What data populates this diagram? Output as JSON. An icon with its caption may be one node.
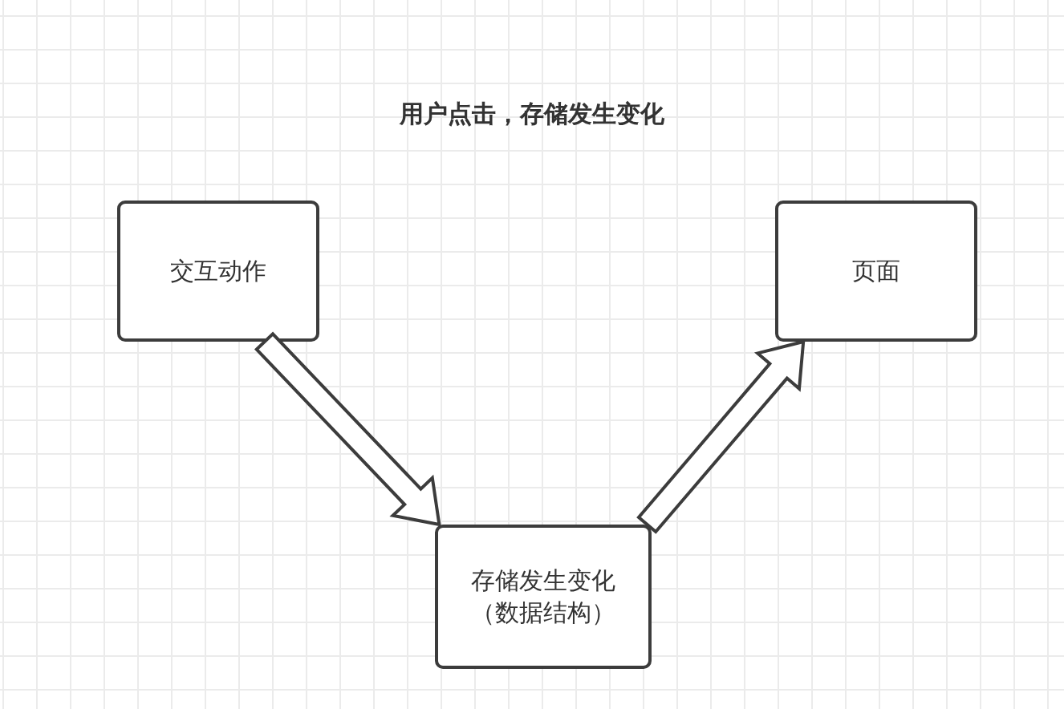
{
  "diagram": {
    "title": "用户点击，存储发生变化",
    "nodes": [
      {
        "text": [
          "交互动作"
        ]
      },
      {
        "text": [
          "存储发生变化（数据结构）"
        ]
      },
      {
        "text": [
          "页面"
        ]
      }
    ],
    "edges": [
      {
        "from": 0,
        "to": 1,
        "arrow": "to"
      },
      {
        "from": 1,
        "to": 2,
        "arrow": "to"
      }
    ]
  }
}
